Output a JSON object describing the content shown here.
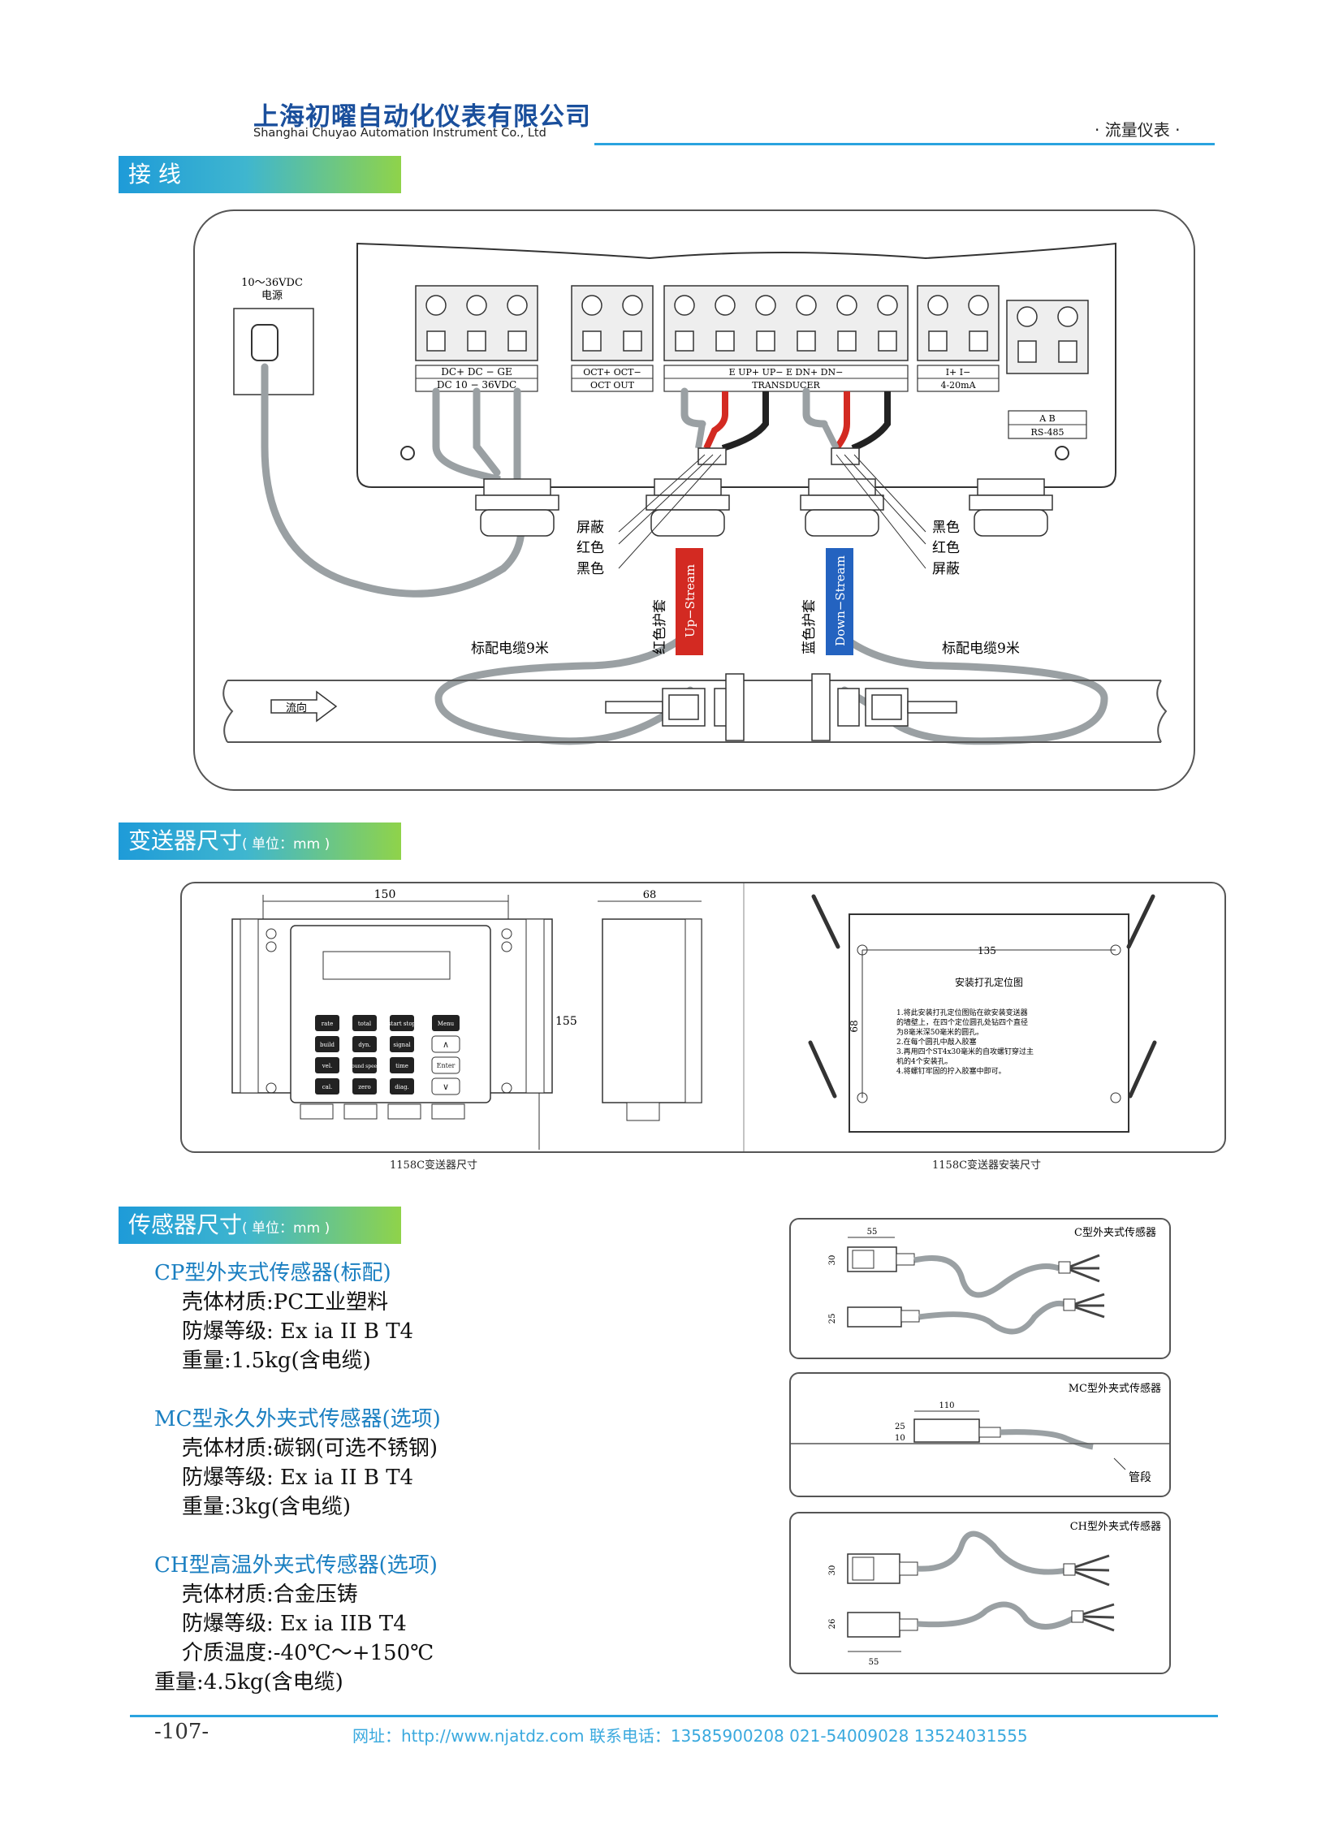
{
  "header": {
    "company_cn": "上海初曜自动化仪表有限公司",
    "company_en": "Shanghai Chuyao Automation Instrument Co., Ltd",
    "category": "· 流量仪表 ·"
  },
  "sections": {
    "wiring": "接 线",
    "transmitter_title": "变送器尺寸",
    "transmitter_unit": "( 单位：mm )",
    "sensor_title": "传感器尺寸",
    "sensor_unit": "( 单位：mm )"
  },
  "wiring": {
    "power_label_1": "10～36VDC",
    "power_label_2": "电源",
    "dc_top": "DC+  DC   − GE",
    "dc_bottom": "DC  10  −  36VDC",
    "oct_top": "OCT+  OCT−",
    "oct_bottom": "OCT  OUT",
    "trans_top": "E   UP+  UP−          E   DN+   DN−",
    "trans_bottom": "TRANSDUCER",
    "ma_top": "I+    I−",
    "ma_bottom": "4-20mA",
    "rs_top": "A    B",
    "rs_bottom": "RS-485",
    "left_labels": [
      "屏蔽",
      "红色",
      "黑色"
    ],
    "right_labels": [
      "黑色",
      "红色",
      "屏蔽"
    ],
    "red_sleeve": "红色护套",
    "up_stream": "Up−Stream",
    "blue_sleeve": "蓝色护套",
    "down_stream": "Down−Stream",
    "cable_left": "标配电缆9米",
    "cable_right": "标配电缆9米",
    "flow": "流向"
  },
  "transmitter": {
    "width": "150",
    "height": "155",
    "depth": "68",
    "keys": [
      "rate",
      "total",
      "start stop",
      "Menu",
      "build",
      "dyn.",
      "signal",
      "∧",
      "vel.",
      "sound speed",
      "time",
      "Enter",
      "cal.",
      "zero",
      "diag.",
      "∨"
    ],
    "caption_left": "1158C变送器尺寸",
    "mount_width": "135",
    "mount_height": "68",
    "mount_title": "安装打孔定位图",
    "mount_lines": [
      "1.将此安装打孔定位图贴在欲安装变送器",
      "的墙壁上，在四个定位圆孔处钻四个直径",
      "为8毫米深50毫米的圆孔。",
      "2.在每个圆孔中敲入胶塞",
      "3.再用四个ST4x30毫米的自攻螺钉穿过主",
      "机的4个安装孔。",
      "4.将螺钉牢固的拧入胶塞中即可。"
    ],
    "caption_right": "1158C变送器安装尺寸"
  },
  "sensors": [
    {
      "title": "CP型外夹式传感器(标配)",
      "lines": [
        "壳体材质:PC工业塑料",
        "防爆等级: Ex ia II B T4",
        "重量:1.5kg(含电缆)"
      ]
    },
    {
      "title": "MC型永久外夹式传感器(选项)",
      "lines": [
        "壳体材质:碳钢(可选不锈钢)",
        "防爆等级: Ex ia II B T4",
        "重量:3kg(含电缆)"
      ]
    },
    {
      "title": "CH型高温外夹式传感器(选项)",
      "lines": [
        "壳体材质:合金压铸",
        "防爆等级: Ex ia IIB T4",
        "介质温度:-40℃～+150℃"
      ],
      "last": "重量:4.5kg(含电缆)"
    }
  ],
  "sensor_diagrams": {
    "c_title": "C型外夹式传感器",
    "c_w": "55",
    "c_h1": "30",
    "c_h2": "25",
    "mc_title": "MC型外夹式传感器",
    "mc_w": "110",
    "mc_h1": "25",
    "mc_h2": "10",
    "mc_pipe": "管段",
    "ch_title": "CH型外夹式传感器",
    "ch_h1": "30",
    "ch_h2": "26",
    "ch_w": "55"
  },
  "footer": {
    "page": "-107-",
    "contact": "网址：http://www.njatdz.com   联系电话：13585900208  021-54009028  13524031555"
  },
  "colors": {
    "accent": "#2aa3df",
    "company": "#1a4f9c",
    "red": "#d32a22",
    "blue": "#2463c0",
    "cable": "#9aa0a3"
  }
}
